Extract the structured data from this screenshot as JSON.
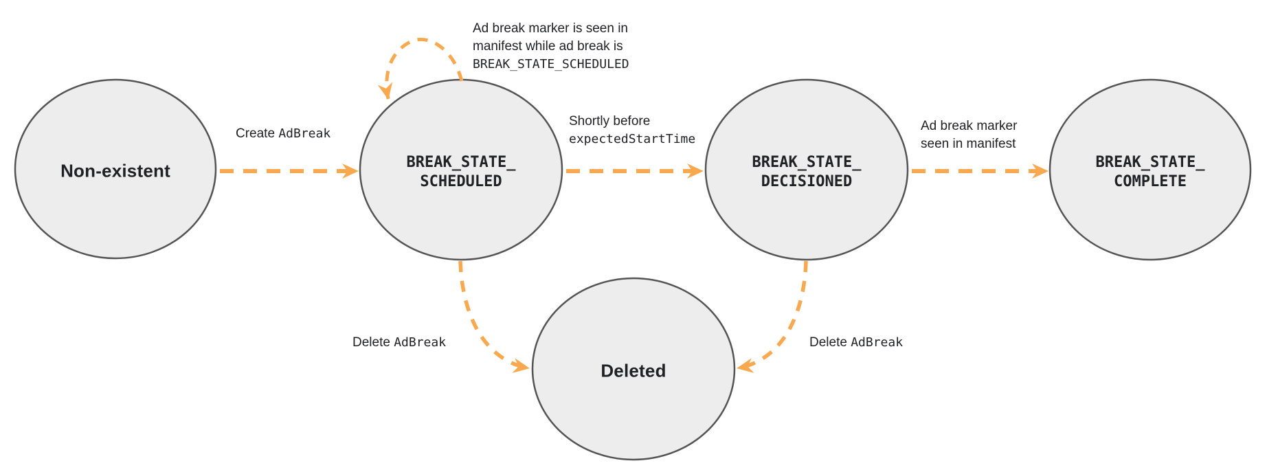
{
  "diagram": {
    "colors": {
      "background": "#ffffff",
      "node_fill": "#ededed",
      "node_border": "#545454",
      "arrow": "#f8a84e",
      "text": "#202124"
    },
    "states": [
      {
        "name": "Non-existent",
        "lines": [
          "Non-existent"
        ],
        "mono": false
      },
      {
        "name": "BREAK_STATE_SCHEDULED",
        "lines": [
          "BREAK_STATE_",
          "SCHEDULED"
        ],
        "mono": true
      },
      {
        "name": "BREAK_STATE_DECISIONED",
        "lines": [
          "BREAK_STATE_",
          "DECISIONED"
        ],
        "mono": true
      },
      {
        "name": "BREAK_STATE_COMPLETE",
        "lines": [
          "BREAK_STATE_",
          "COMPLETE"
        ],
        "mono": true
      },
      {
        "name": "Deleted",
        "lines": [
          "Deleted"
        ],
        "mono": false
      }
    ],
    "transitions": [
      {
        "name": "create-adbreak",
        "from": "Non-existent",
        "to": "BREAK_STATE_SCHEDULED",
        "label_plain": "Create ",
        "label_code": "AdBreak"
      },
      {
        "name": "ad-break-marker-seen-while-scheduled",
        "from": "BREAK_STATE_SCHEDULED",
        "to": "BREAK_STATE_SCHEDULED",
        "label_lines": [
          "Ad break marker is seen in",
          "manifest while ad break is"
        ],
        "label_code": "BREAK_STATE_SCHEDULED"
      },
      {
        "name": "shortly-before-expected-start-time",
        "from": "BREAK_STATE_SCHEDULED",
        "to": "BREAK_STATE_DECISIONED",
        "label_plain": "Shortly before",
        "label_code": "expectedStartTime"
      },
      {
        "name": "ad-break-marker-seen-in-manifest",
        "from": "BREAK_STATE_DECISIONED",
        "to": "BREAK_STATE_COMPLETE",
        "label_lines": [
          "Ad break marker",
          "seen in manifest"
        ]
      },
      {
        "name": "delete-adbreak-from-scheduled",
        "from": "BREAK_STATE_SCHEDULED",
        "to": "Deleted",
        "label_plain": "Delete ",
        "label_code": "AdBreak"
      },
      {
        "name": "delete-adbreak-from-decisioned",
        "from": "BREAK_STATE_DECISIONED",
        "to": "Deleted",
        "label_plain": "Delete ",
        "label_code": "AdBreak"
      }
    ]
  }
}
